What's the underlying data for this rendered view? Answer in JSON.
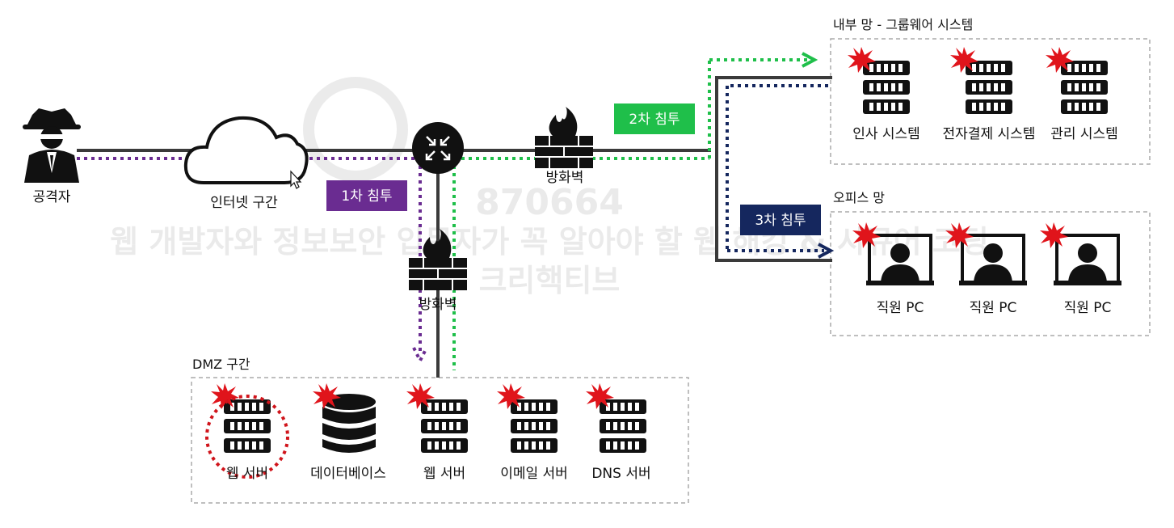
{
  "colors": {
    "purple": "#6a2c91",
    "green": "#1fbf4a",
    "navy": "#15275e",
    "line": "#3a3a3a",
    "alert": "#e0141b"
  },
  "nodes": {
    "attacker": "공격자",
    "internet": "인터넷 구간",
    "firewall_top": "방화벽",
    "firewall_mid": "방화벽"
  },
  "stages": {
    "first": "1차 침투",
    "second": "2차 침투",
    "third": "3차 침투"
  },
  "internal_net": {
    "title": "내부 망 - 그룹웨어 시스템",
    "items": [
      "인사 시스템",
      "전자결제 시스템",
      "관리 시스템"
    ]
  },
  "office_net": {
    "title": "오피스 망",
    "items": [
      "직원 PC",
      "직원 PC",
      "직원 PC"
    ]
  },
  "dmz": {
    "title": "DMZ 구간",
    "items": [
      "웹 서버",
      "데이터베이스",
      "웹 서버",
      "이메일 서버",
      "DNS 서버"
    ]
  },
  "watermark": {
    "number": "870664",
    "line1": "웹 개발자와 정보보안 입문자가 꼭 알아야 할 웹 해킹 & 시큐어 코딩",
    "line2": "크리핵티브"
  }
}
